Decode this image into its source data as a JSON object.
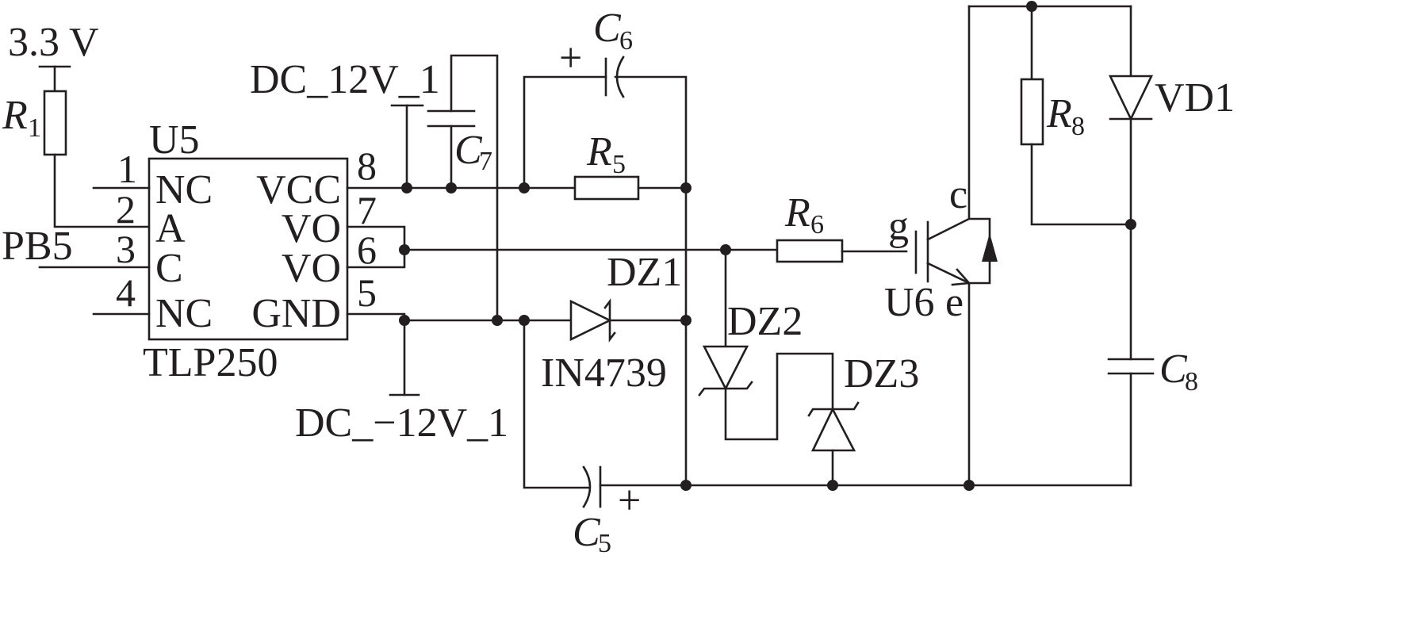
{
  "supply": {
    "v33": "3.3 V",
    "dc12p": "DC_12V_1",
    "dc12n": "DC_−12V_1"
  },
  "resistors": {
    "r1": {
      "letter": "R",
      "sub": "1"
    },
    "r5": {
      "letter": "R",
      "sub": "5"
    },
    "r6": {
      "letter": "R",
      "sub": "6"
    },
    "r8": {
      "letter": "R",
      "sub": "8"
    }
  },
  "capacitors": {
    "c5": {
      "letter": "C",
      "sub": "5",
      "plus": "+"
    },
    "c6": {
      "letter": "C",
      "sub": "6",
      "plus": "+"
    },
    "c7": {
      "letter": "C",
      "sub": "7"
    },
    "c8": {
      "letter": "C",
      "sub": "8"
    }
  },
  "chip": {
    "ref": "U5",
    "part": "TLP250",
    "left_pins": [
      {
        "num": "1",
        "name": "NC"
      },
      {
        "num": "2",
        "name": "A"
      },
      {
        "num": "3",
        "name": "C"
      },
      {
        "num": "4",
        "name": "NC"
      }
    ],
    "right_pins": [
      {
        "num": "8",
        "name": "VCC"
      },
      {
        "num": "7",
        "name": "VO"
      },
      {
        "num": "6",
        "name": "VO"
      },
      {
        "num": "5",
        "name": "GND"
      }
    ]
  },
  "net": {
    "pb5": "PB5"
  },
  "diodes": {
    "dz1": "DZ1",
    "dz1_part": "IN4739",
    "dz2": "DZ2",
    "dz3": "DZ3",
    "vd1": "VD1"
  },
  "igbt": {
    "ref": "U6",
    "gate": "g",
    "collector": "c",
    "emitter": "e"
  }
}
